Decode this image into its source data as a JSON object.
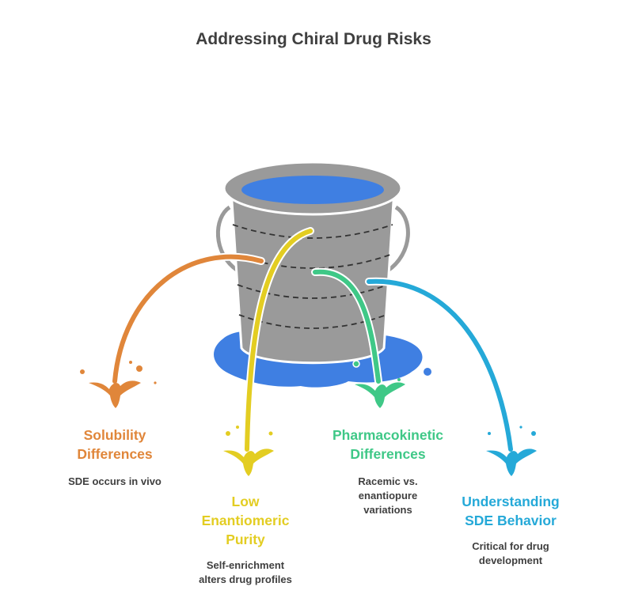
{
  "title": "Addressing Chiral Drug Risks",
  "colors": {
    "orange": "#e0863a",
    "yellow": "#e3cd22",
    "green": "#3fc887",
    "blue": "#25a9d8",
    "bucket": "#9a9a9a",
    "bucket_outline": "#ffffff",
    "water": "#3f7fe2"
  },
  "items": [
    {
      "heading": [
        "Solubility",
        "Differences"
      ],
      "description": [
        "SDE occurs in vivo"
      ]
    },
    {
      "heading": [
        "Low",
        "Enantiomeric",
        "Purity"
      ],
      "description": [
        "Self-enrichment",
        "alters drug profiles"
      ]
    },
    {
      "heading": [
        "Pharmacokinetic",
        "Differences"
      ],
      "description": [
        "Racemic vs.",
        "enantiopure",
        "variations"
      ]
    },
    {
      "heading": [
        "Understanding",
        "SDE Behavior"
      ],
      "description": [
        "Critical for drug",
        "development"
      ]
    }
  ]
}
